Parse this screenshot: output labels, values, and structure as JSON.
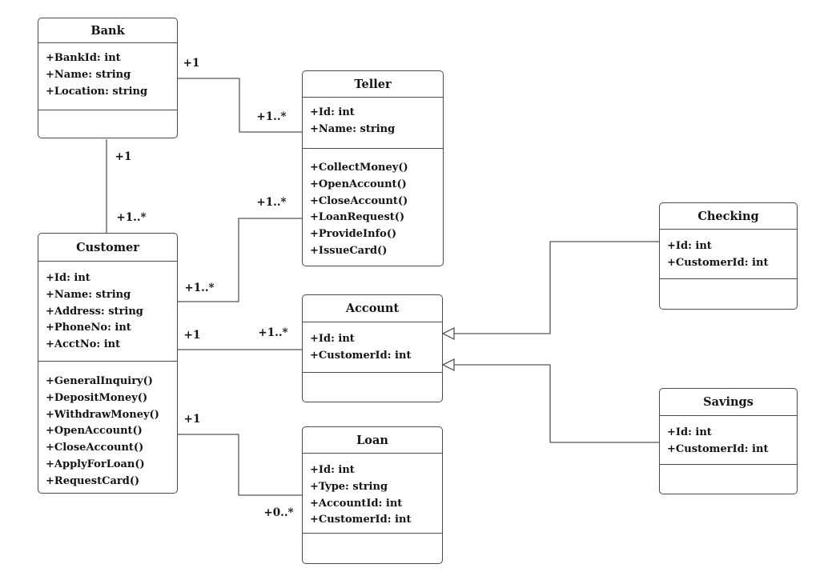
{
  "diagram": {
    "kind": "uml-class-diagram",
    "colors": {
      "background": "#ffffff",
      "line": "#565656",
      "box_border": "#4a4a4a",
      "text": "#141414"
    },
    "classes": [
      {
        "name": "Bank",
        "attributes": [
          "+BankId: int",
          "+Name: string",
          "+Location: string"
        ],
        "methods": []
      },
      {
        "name": "Teller",
        "attributes": [
          "+Id: int",
          "+Name: string"
        ],
        "methods": [
          "+CollectMoney()",
          "+OpenAccount()",
          "+CloseAccount()",
          "+LoanRequest()",
          "+ProvideInfo()",
          "+IssueCard()"
        ]
      },
      {
        "name": "Customer",
        "attributes": [
          "+Id: int",
          "+Name: string",
          "+Address: string",
          "+PhoneNo: int",
          "+AcctNo: int"
        ],
        "methods": [
          "+GeneralInquiry()",
          "+DepositMoney()",
          "+WithdrawMoney()",
          "+OpenAccount()",
          "+CloseAccount()",
          "+ApplyForLoan()",
          "+RequestCard()"
        ]
      },
      {
        "name": "Account",
        "attributes": [
          "+Id: int",
          "+CustomerId: int"
        ],
        "methods": []
      },
      {
        "name": "Loan",
        "attributes": [
          "+Id: int",
          "+Type: string",
          "+AccountId: int",
          "+CustomerId: int"
        ],
        "methods": []
      },
      {
        "name": "Checking",
        "attributes": [
          "+Id: int",
          "+CustomerId: int"
        ],
        "methods": []
      },
      {
        "name": "Savings",
        "attributes": [
          "+Id: int",
          "+CustomerId: int"
        ],
        "methods": []
      }
    ],
    "relationships": [
      {
        "from": "Bank",
        "to": "Teller",
        "type": "association",
        "from_label": "+1",
        "to_label": "+1..*"
      },
      {
        "from": "Bank",
        "to": "Customer",
        "type": "association",
        "from_label": "+1",
        "to_label": "+1..*"
      },
      {
        "from": "Customer",
        "to": "Teller",
        "type": "association",
        "from_label": "+1..*",
        "to_label": "+1..*"
      },
      {
        "from": "Customer",
        "to": "Account",
        "type": "association",
        "from_label": "+1",
        "to_label": "+1..*"
      },
      {
        "from": "Customer",
        "to": "Loan",
        "type": "association",
        "from_label": "+1",
        "to_label": "+0..*"
      },
      {
        "from": "Checking",
        "to": "Account",
        "type": "generalization"
      },
      {
        "from": "Savings",
        "to": "Account",
        "type": "generalization"
      }
    ]
  }
}
